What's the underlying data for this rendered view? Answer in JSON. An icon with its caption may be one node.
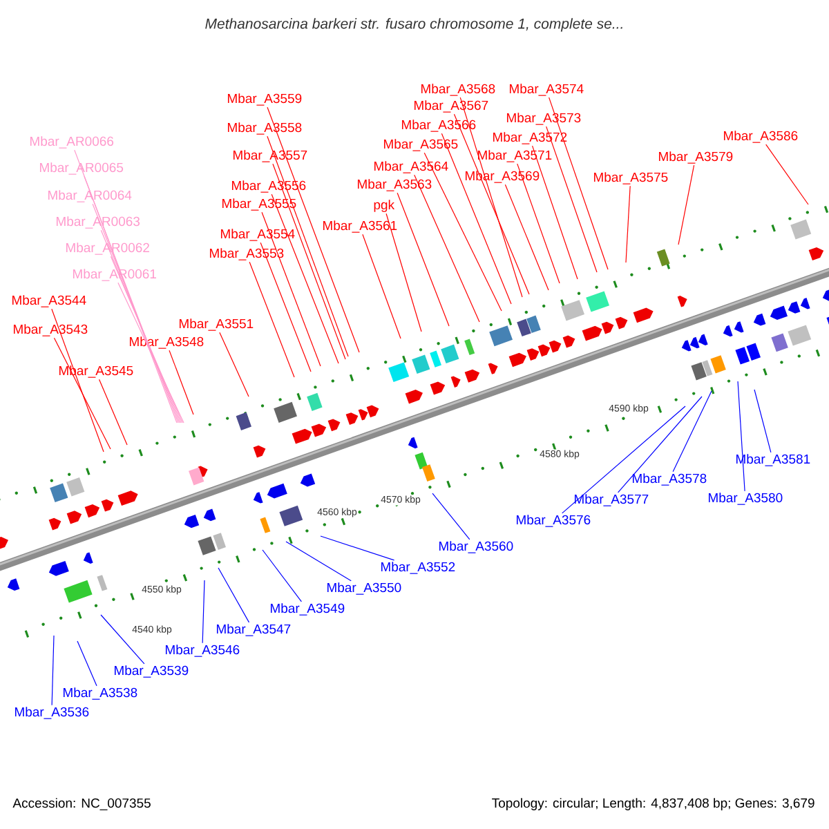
{
  "diagram": {
    "title": "Methanosarcina barkeri str. fusaro chromosome 1, complete se...",
    "nodes": [
      {
        "text": [
          "Mbar_A3568"
        ]
      },
      {
        "text": [
          "Mbar_A3574"
        ]
      },
      {
        "text": [
          "Mbar_A3559"
        ]
      },
      {
        "text": [
          "Mbar_A3567"
        ]
      },
      {
        "text": [
          "Mbar_A3573"
        ]
      },
      {
        "text": [
          "Mbar_A3566"
        ]
      },
      {
        "text": [
          "Mbar_A3558"
        ]
      },
      {
        "text": [
          "Mbar_A3586"
        ]
      },
      {
        "text": [
          "Mbar_A3572"
        ]
      },
      {
        "text": [
          "Mbar_AR0066"
        ]
      },
      {
        "text": [
          "Mbar_A3565"
        ]
      },
      {
        "text": [
          "Mbar_A3557"
        ]
      },
      {
        "text": [
          "Mbar_A3571"
        ]
      },
      {
        "text": [
          "Mbar_A3579"
        ]
      },
      {
        "text": [
          "Mbar_A3564"
        ]
      },
      {
        "text": [
          "Mbar_AR0065"
        ]
      },
      {
        "text": [
          "Mbar_A3569"
        ]
      },
      {
        "text": [
          "Mbar_A3575"
        ]
      },
      {
        "text": [
          "Mbar_A3563"
        ]
      },
      {
        "text": [
          "Mbar_A3556"
        ]
      },
      {
        "text": [
          "Mbar_AR0064"
        ]
      },
      {
        "text": [
          "Mbar_A3555"
        ]
      },
      {
        "text": [
          "pgk"
        ]
      },
      {
        "text": [
          "Mbar_AR0063"
        ]
      },
      {
        "text": [
          "Mbar_A3561"
        ]
      },
      {
        "text": [
          "Mbar_A3554"
        ]
      },
      {
        "text": [
          "Mbar_AR0062"
        ]
      },
      {
        "text": [
          "Mbar_A3553"
        ]
      },
      {
        "text": [
          "Mbar_AR0061"
        ]
      },
      {
        "text": [
          "Mbar_A3544"
        ]
      },
      {
        "text": [
          "Mbar_A3551"
        ]
      },
      {
        "text": [
          "Mbar_A3543"
        ]
      },
      {
        "text": [
          "Mbar_A3548"
        ]
      },
      {
        "text": [
          "Mbar_A3545"
        ]
      },
      {
        "text": [
          "Mbar_A3581"
        ]
      },
      {
        "text": [
          "Mbar_A3578"
        ]
      },
      {
        "text": [
          "Mbar_A3580"
        ]
      },
      {
        "text": [
          "Mbar_A3577"
        ]
      },
      {
        "text": [
          "Mbar_A3576"
        ]
      },
      {
        "text": [
          "Mbar_A3560"
        ]
      },
      {
        "text": [
          "Mbar_A3552"
        ]
      },
      {
        "text": [
          "Mbar_A3550"
        ]
      },
      {
        "text": [
          "Mbar_A3549"
        ]
      },
      {
        "text": [
          "Mbar_A3547"
        ]
      },
      {
        "text": [
          "Mbar_A3546"
        ]
      },
      {
        "text": [
          "Mbar_A3539"
        ]
      },
      {
        "text": [
          "Mbar_A3538"
        ]
      },
      {
        "text": [
          "Mbar_A3536"
        ]
      }
    ],
    "edges": [
      {
        "from": 0,
        "to": null,
        "arrow": "none"
      },
      {
        "from": 1,
        "to": null,
        "arrow": "none"
      },
      {
        "from": 2,
        "to": null,
        "arrow": "none"
      },
      {
        "from": 3,
        "to": null,
        "arrow": "none"
      },
      {
        "from": 4,
        "to": null,
        "arrow": "none"
      },
      {
        "from": 5,
        "to": null,
        "arrow": "none"
      },
      {
        "from": 6,
        "to": null,
        "arrow": "none"
      },
      {
        "from": 7,
        "to": null,
        "arrow": "none"
      },
      {
        "from": 8,
        "to": null,
        "arrow": "none"
      },
      {
        "from": 9,
        "to": null,
        "arrow": "none",
        "color": "#ff99cc"
      },
      {
        "from": 10,
        "to": null,
        "arrow": "none"
      },
      {
        "from": 11,
        "to": null,
        "arrow": "none"
      },
      {
        "from": 12,
        "to": null,
        "arrow": "none"
      },
      {
        "from": 13,
        "to": null,
        "arrow": "none"
      },
      {
        "from": 14,
        "to": null,
        "arrow": "none"
      },
      {
        "from": 15,
        "to": null,
        "arrow": "none",
        "color": "#ff99cc"
      },
      {
        "from": 16,
        "to": null,
        "arrow": "none"
      },
      {
        "from": 17,
        "to": null,
        "arrow": "none"
      },
      {
        "from": 18,
        "to": null,
        "arrow": "none"
      },
      {
        "from": 19,
        "to": null,
        "arrow": "none"
      },
      {
        "from": 20,
        "to": null,
        "arrow": "none",
        "color": "#ff99cc"
      },
      {
        "from": 21,
        "to": null,
        "arrow": "none"
      },
      {
        "from": 22,
        "to": null,
        "arrow": "none"
      },
      {
        "from": 23,
        "to": null,
        "arrow": "none",
        "color": "#ff99cc"
      },
      {
        "from": 24,
        "to": null,
        "arrow": "none"
      },
      {
        "from": 25,
        "to": null,
        "arrow": "none"
      },
      {
        "from": 26,
        "to": null,
        "arrow": "none",
        "color": "#ff99cc"
      },
      {
        "from": 27,
        "to": null,
        "arrow": "none"
      },
      {
        "from": 28,
        "to": null,
        "arrow": "none",
        "color": "#ff99cc"
      },
      {
        "from": 29,
        "to": null,
        "arrow": "none"
      },
      {
        "from": 30,
        "to": null,
        "arrow": "none"
      },
      {
        "from": 31,
        "to": null,
        "arrow": "none"
      },
      {
        "from": 32,
        "to": null,
        "arrow": "none"
      },
      {
        "from": 33,
        "to": null,
        "arrow": "none"
      },
      {
        "from": 34,
        "to": null,
        "arrow": "none",
        "color": "#0000ff"
      },
      {
        "from": 35,
        "to": null,
        "arrow": "none",
        "color": "#0000ff"
      },
      {
        "from": 36,
        "to": null,
        "arrow": "none",
        "color": "#0000ff"
      },
      {
        "from": 37,
        "to": null,
        "arrow": "none",
        "color": "#0000ff"
      },
      {
        "from": 38,
        "to": null,
        "arrow": "none",
        "color": "#0000ff"
      },
      {
        "from": 39,
        "to": null,
        "arrow": "none",
        "color": "#0000ff"
      },
      {
        "from": 40,
        "to": null,
        "arrow": "none",
        "color": "#0000ff"
      },
      {
        "from": 41,
        "to": null,
        "arrow": "none",
        "color": "#0000ff"
      },
      {
        "from": 42,
        "to": null,
        "arrow": "none",
        "color": "#0000ff"
      },
      {
        "from": 43,
        "to": null,
        "arrow": "none",
        "color": "#0000ff"
      },
      {
        "from": 44,
        "to": null,
        "arrow": "none",
        "color": "#0000ff"
      },
      {
        "from": 45,
        "to": null,
        "arrow": "none",
        "color": "#0000ff"
      },
      {
        "from": 46,
        "to": null,
        "arrow": "none",
        "color": "#0000ff"
      },
      {
        "from": 47,
        "to": null,
        "arrow": "none",
        "color": "#0000ff"
      }
    ],
    "labels": [
      "4540 kbp",
      "4550 kbp",
      "4560 kbp",
      "4570 kbp",
      "4580 kbp",
      "4590 kbp",
      "Accession: NC_007355",
      "Topology: circular; Length: 4,837,408 bp; Genes: 3,679"
    ]
  }
}
